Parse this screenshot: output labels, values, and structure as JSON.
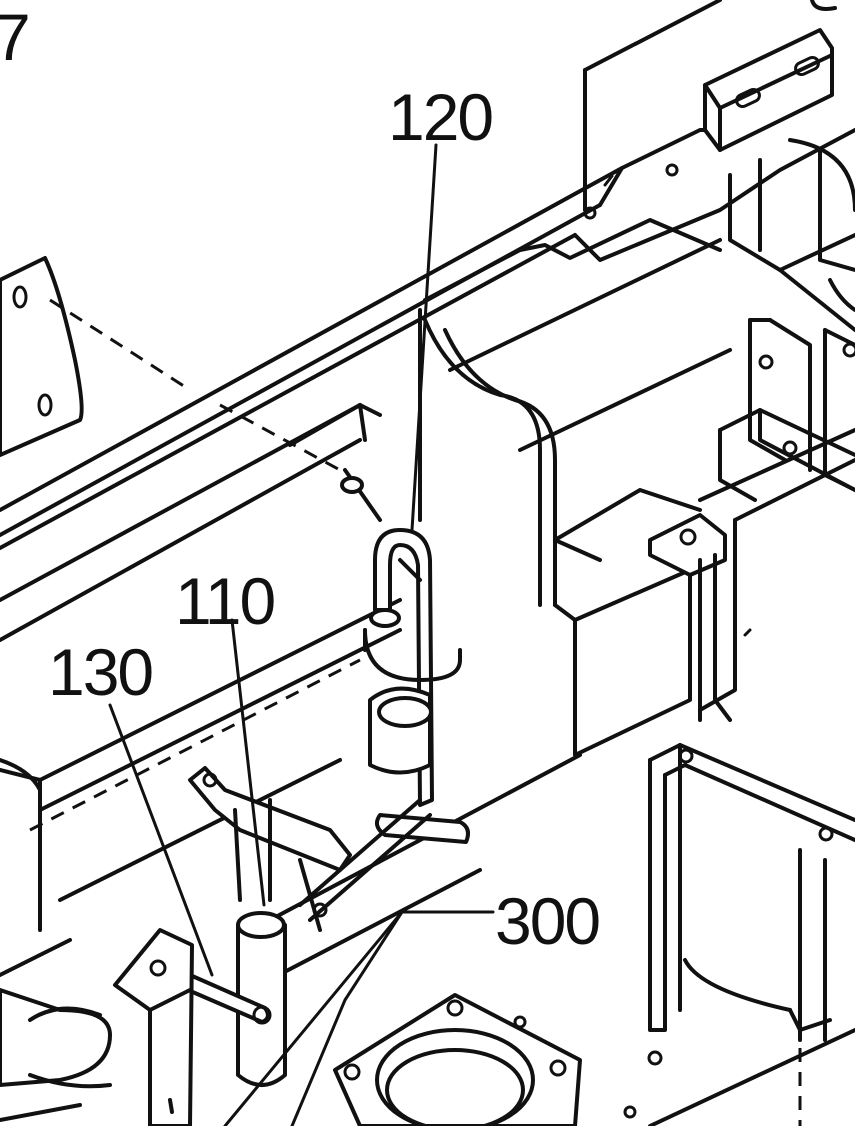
{
  "figure": {
    "corner_fragment": "7",
    "callouts": [
      {
        "id": "120",
        "text": "120"
      },
      {
        "id": "110",
        "text": "110"
      },
      {
        "id": "130",
        "text": "130"
      },
      {
        "id": "300",
        "text": "300"
      }
    ]
  }
}
